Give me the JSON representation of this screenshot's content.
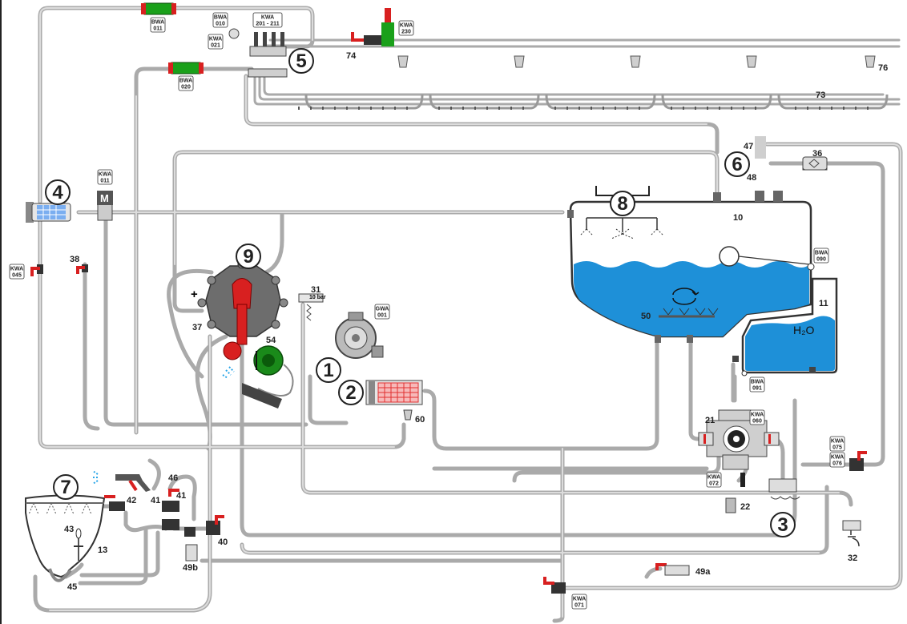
{
  "colors": {
    "pipe": "#aaaaaa",
    "water": "#1e90d8",
    "valve_red": "#d82020",
    "valve_dark": "#333333",
    "green": "#22a022",
    "filter_red": "#e03030"
  },
  "markers": [
    {
      "id": "1",
      "label": "1"
    },
    {
      "id": "2",
      "label": "2"
    },
    {
      "id": "3",
      "label": "3"
    },
    {
      "id": "4",
      "label": "4"
    },
    {
      "id": "5",
      "label": "5"
    },
    {
      "id": "6",
      "label": "6"
    },
    {
      "id": "7",
      "label": "7"
    },
    {
      "id": "8",
      "label": "8"
    },
    {
      "id": "9",
      "label": "9"
    }
  ],
  "numbers": {
    "n10": "10",
    "n11": "11",
    "n13": "13",
    "n21": "21",
    "n22": "22",
    "n31": "31",
    "n32": "32",
    "n36": "36",
    "n37": "37",
    "n38": "38",
    "n40": "40",
    "n41a": "41",
    "n41b": "41",
    "n42": "42",
    "n43": "43",
    "n45": "45",
    "n46": "46",
    "n47": "47",
    "n48": "48",
    "n49a": "49a",
    "n49b": "49b",
    "n50": "50",
    "n54": "54",
    "n60": "60",
    "n73": "73",
    "n74": "74",
    "n76": "76",
    "plus": "+"
  },
  "tags": {
    "bwa011": {
      "line1": "BWA",
      "line2": "011"
    },
    "bwa010": {
      "line1": "BWA",
      "line2": "010"
    },
    "kwa021": {
      "line1": "KWA",
      "line2": "021"
    },
    "kwa201": {
      "line1": "KWA",
      "line2": "201 - 211"
    },
    "bwa020": {
      "line1": "BWA",
      "line2": "020"
    },
    "kwa230": {
      "line1": "KWA",
      "line2": "230"
    },
    "kwa011": {
      "line1": "KWA",
      "line2": "011"
    },
    "kwa045": {
      "line1": "KWA",
      "line2": "045"
    },
    "gwa001": {
      "line1": "GWA",
      "line2": "001"
    },
    "bwa090": {
      "line1": "BWA",
      "line2": "090"
    },
    "bwa091": {
      "line1": "BWA",
      "line2": "091"
    },
    "kwa060": {
      "line1": "KWA",
      "line2": "060"
    },
    "kwa072": {
      "line1": "KWA",
      "line2": "072"
    },
    "kwa075": {
      "line1": "KWA",
      "line2": "075"
    },
    "kwa076": {
      "line1": "KWA",
      "line2": "076"
    },
    "kwa071": {
      "line1": "KWA",
      "line2": "071"
    }
  },
  "labels": {
    "pressure": "10 bar",
    "water_tank": "H₂O",
    "meter": "M"
  }
}
